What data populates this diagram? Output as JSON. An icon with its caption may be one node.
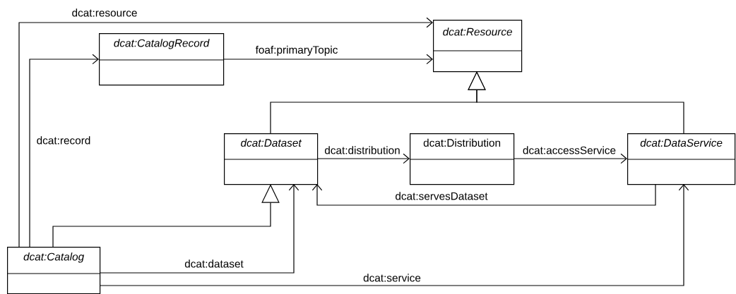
{
  "diagram": {
    "nodes": [
      {
        "text": [
          "dcat:CatalogRecord"
        ]
      },
      {
        "text": [
          "dcat:Resource"
        ]
      },
      {
        "text": [
          "dcat:Dataset"
        ]
      },
      {
        "text": [
          "dcat:Distribution"
        ]
      },
      {
        "text": [
          "dcat:DataService"
        ]
      },
      {
        "text": [
          "dcat:Catalog"
        ]
      }
    ],
    "edges": [
      {
        "from": 5,
        "to": 1,
        "arrow": "to",
        "label": "dcat:resource"
      },
      {
        "from": 5,
        "to": 0,
        "arrow": "to",
        "label": "dcat:record"
      },
      {
        "from": 0,
        "to": 1,
        "arrow": "to",
        "label": "foaf:primaryTopic"
      },
      {
        "from": 2,
        "to": 1,
        "arrow": "to"
      },
      {
        "from": 4,
        "to": 1,
        "arrow": "to"
      },
      {
        "from": 5,
        "to": 2,
        "arrow": "to"
      },
      {
        "from": 2,
        "to": 3,
        "arrow": "to",
        "label": "dcat:distribution"
      },
      {
        "from": 3,
        "to": 4,
        "arrow": "to",
        "label": "dcat:accessService"
      },
      {
        "from": 4,
        "to": 2,
        "arrow": "to",
        "label": "dcat:servesDataset"
      },
      {
        "from": 5,
        "to": 2,
        "arrow": "to",
        "label": "dcat:dataset"
      },
      {
        "from": 5,
        "to": 4,
        "arrow": "to",
        "label": "dcat:service"
      }
    ]
  }
}
